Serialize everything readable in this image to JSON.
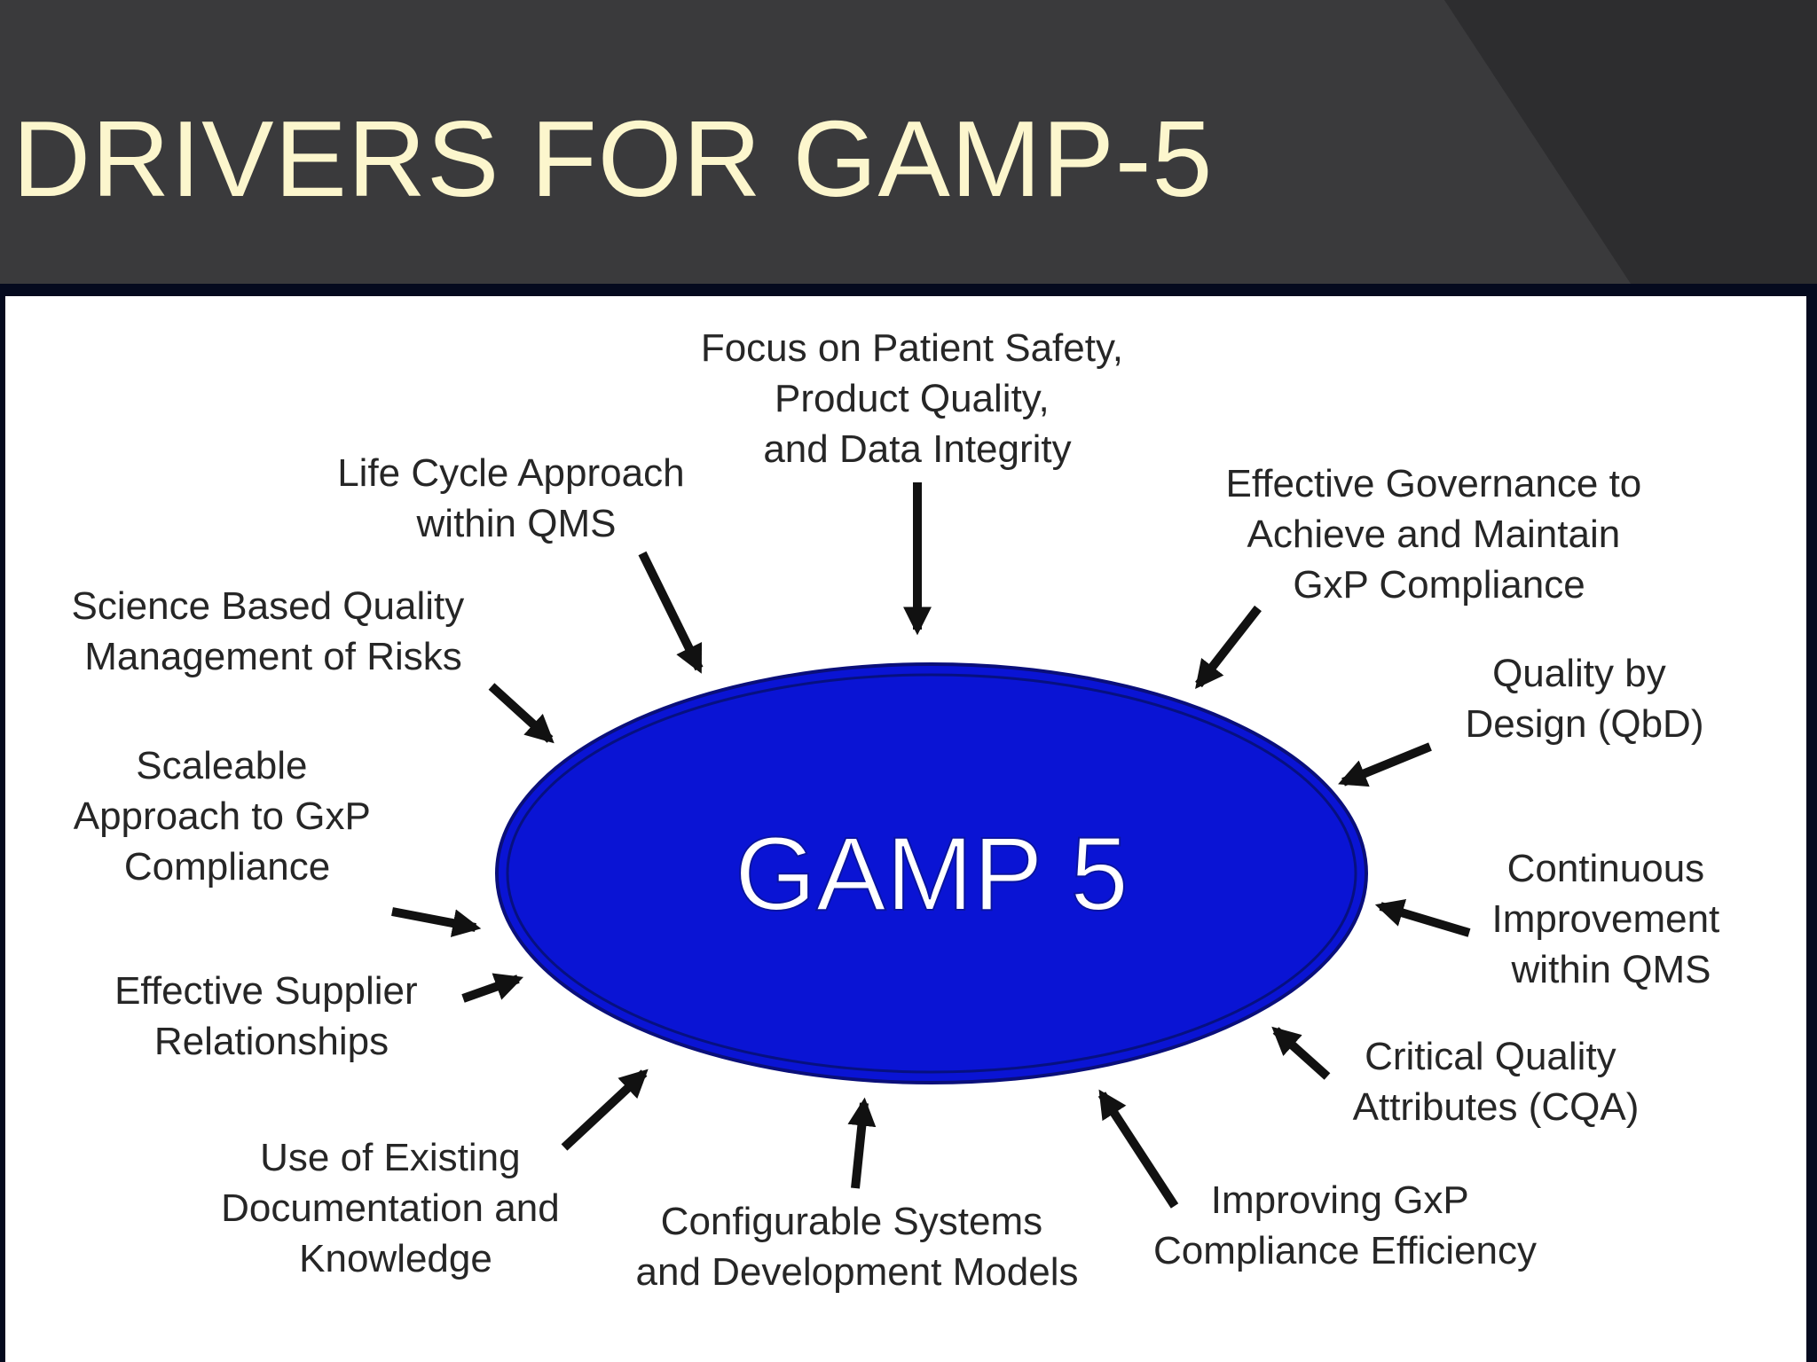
{
  "slide": {
    "title": "DRIVERS FOR GAMP-5",
    "colors": {
      "header_bg": "#3a3a3c",
      "title_text": "#fcf6cd",
      "ellipse_fill": "#0a14d4",
      "arrow": "#111111"
    }
  },
  "diagram": {
    "center": "GAMP 5",
    "drivers": [
      {
        "id": "patient-safety",
        "lines": [
          "Focus on Patient Safety,",
          "Product Quality,",
          "and Data Integrity"
        ]
      },
      {
        "id": "governance",
        "lines": [
          "Effective Governance to",
          "Achieve and Maintain",
          "GxP Compliance"
        ]
      },
      {
        "id": "qbd",
        "lines": [
          "Quality by",
          "Design (QbD)"
        ]
      },
      {
        "id": "continuous-improvement",
        "lines": [
          "Continuous",
          "Improvement",
          "within QMS"
        ]
      },
      {
        "id": "cqa",
        "lines": [
          "Critical Quality",
          "Attributes (CQA)"
        ]
      },
      {
        "id": "compliance-efficiency",
        "lines": [
          "Improving GxP",
          "Compliance Efficiency"
        ]
      },
      {
        "id": "configurable-systems",
        "lines": [
          "Configurable Systems",
          "and Development Models"
        ]
      },
      {
        "id": "existing-documentation",
        "lines": [
          "Use of Existing",
          "Documentation and",
          "Knowledge"
        ]
      },
      {
        "id": "supplier-relationships",
        "lines": [
          "Effective Supplier",
          "Relationships"
        ]
      },
      {
        "id": "scaleable-approach",
        "lines": [
          "Scaleable",
          "Approach to GxP",
          "Compliance"
        ]
      },
      {
        "id": "science-based-quality",
        "lines": [
          "Science Based Quality",
          "Management of Risks"
        ]
      },
      {
        "id": "life-cycle",
        "lines": [
          "Life Cycle Approach",
          "within QMS"
        ]
      }
    ]
  }
}
